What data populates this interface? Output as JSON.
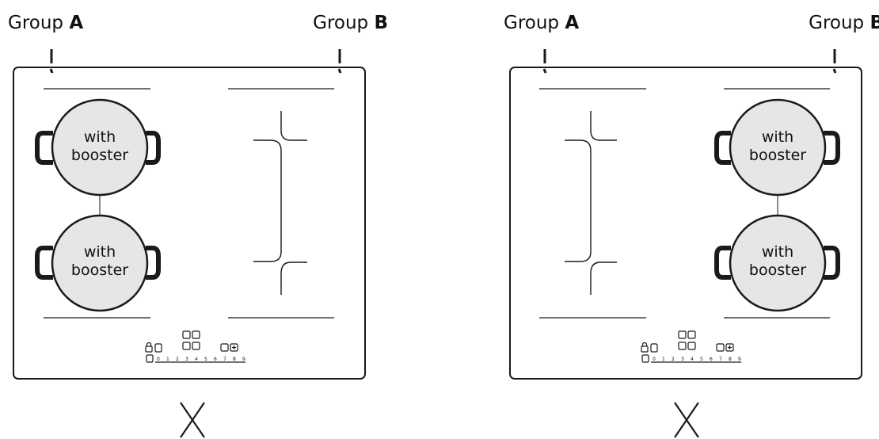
{
  "diagrams": [
    {
      "group_a": {
        "prefix": "Group ",
        "letter": "A"
      },
      "group_b": {
        "prefix": "Group ",
        "letter": "B"
      },
      "booster_side": "left",
      "zone_labels": [
        "with booster",
        "with booster"
      ],
      "status": "incorrect"
    },
    {
      "group_a": {
        "prefix": "Group ",
        "letter": "A"
      },
      "group_b": {
        "prefix": "Group ",
        "letter": "B"
      },
      "booster_side": "right",
      "zone_labels": [
        "with booster",
        "with booster"
      ],
      "status": "incorrect"
    }
  ],
  "booster_lines": [
    "with",
    "booster"
  ],
  "control_scale": [
    "0",
    "1",
    "2",
    "3",
    "4",
    "5",
    "6",
    "7",
    "8",
    "9"
  ],
  "icons": {
    "lock": "lock-icon",
    "power": "power-icon",
    "timer": "timer-icon",
    "booster_key": "booster-key-icon",
    "plus": "plus-icon",
    "zone_select": "zone-select-icon",
    "incorrect": "cross-icon"
  },
  "colors": {
    "stroke": "#1a1a1a",
    "pot_fill": "#e6e6e6",
    "text": "#111111"
  }
}
